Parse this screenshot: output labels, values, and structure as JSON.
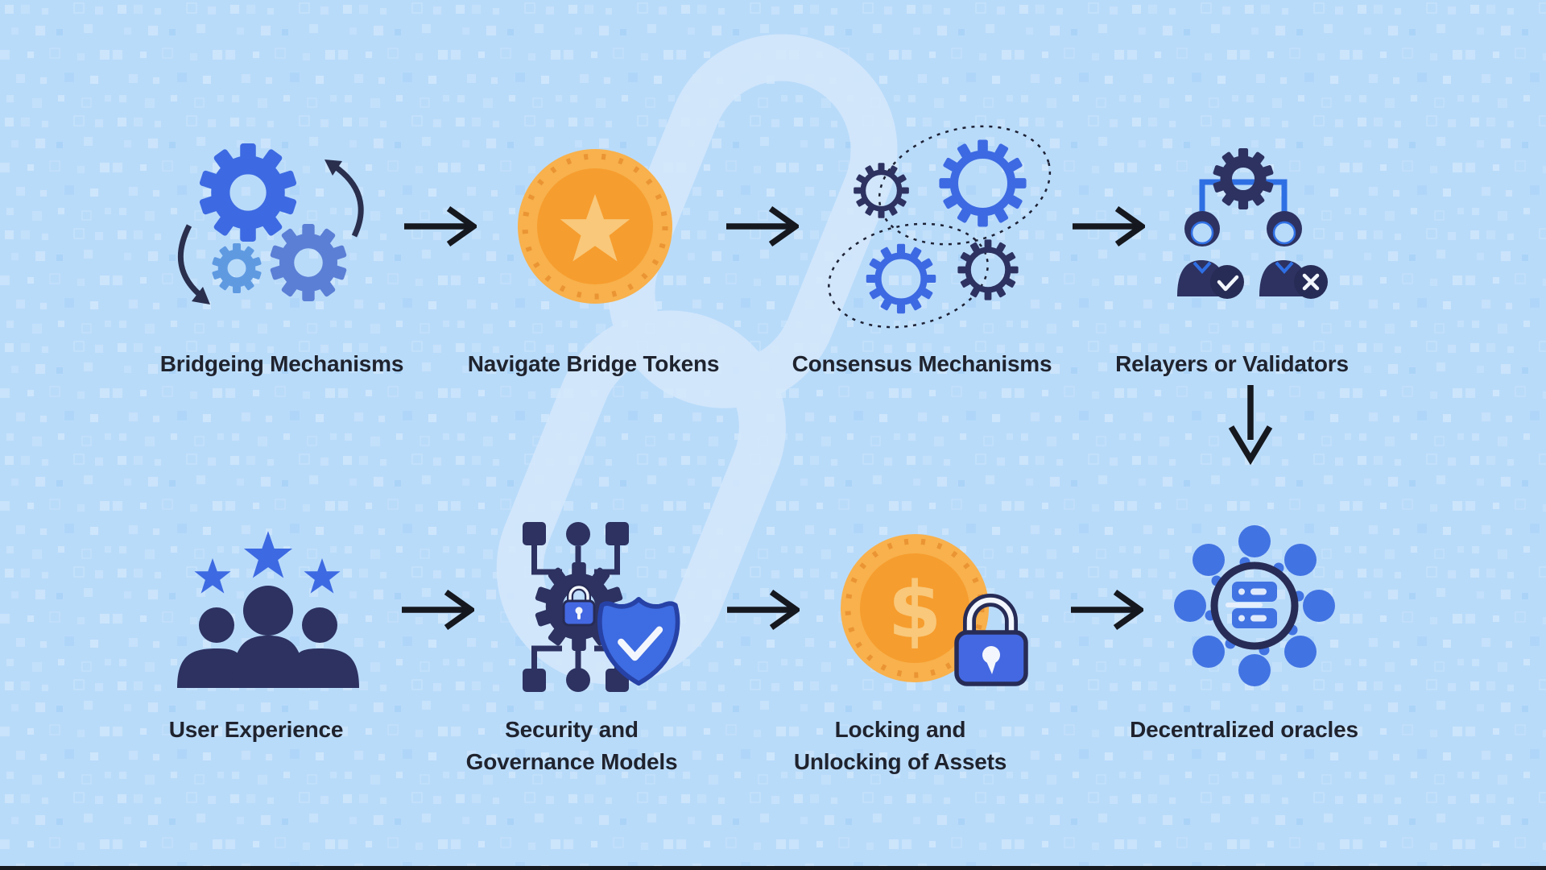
{
  "steps": [
    {
      "label": "Bridgeing Mechanisms",
      "icon": "cycle-gears-icon"
    },
    {
      "label": "Navigate Bridge Tokens",
      "icon": "star-coin-icon"
    },
    {
      "label": "Consensus Mechanisms",
      "icon": "linked-gears-icon"
    },
    {
      "label": "Relayers or Validators",
      "icon": "validators-icon"
    },
    {
      "label": "User Experience",
      "icon": "people-rating-icon"
    },
    {
      "label": "Security and",
      "label2": "Governance Models",
      "icon": "security-governance-icon"
    },
    {
      "label": "Locking and",
      "label2": "Unlocking of Assets",
      "icon": "asset-lock-icon"
    },
    {
      "label": "Decentralized oracles",
      "icon": "oracle-network-icon"
    }
  ],
  "icons": {
    "dollar": "$",
    "check": "✓",
    "cross": "✕",
    "arrow_right": "→",
    "arrow_down": "↓"
  },
  "colors": {
    "background": "#b9dbfa",
    "pattern_square": "#e7f2fe",
    "watermark": "#d6e9fc",
    "royal_blue": "#3d6ae2",
    "slate_blue": "#5b7fd5",
    "sky_blue": "#5f9ae1",
    "navy": "#2d3261",
    "navy_deep": "#272c56",
    "bracket_blue": "#2f6fe4",
    "node_blue": "#4273e2",
    "lock_blue": "#4468e2",
    "shield_blue": "#3e6ce2",
    "shield_border": "#2742a6",
    "coin_gold": "#f8b14c",
    "coin_dash": "#ea9434",
    "coin_inner": "#f69d2f",
    "coin_detail": "#f9c87a",
    "cycle_arrow": "#2a2f4e",
    "dotted_line": "#1d2235",
    "arrow": "#15181e",
    "text": "#1f232e",
    "bottom_edge": "#171a1f"
  }
}
